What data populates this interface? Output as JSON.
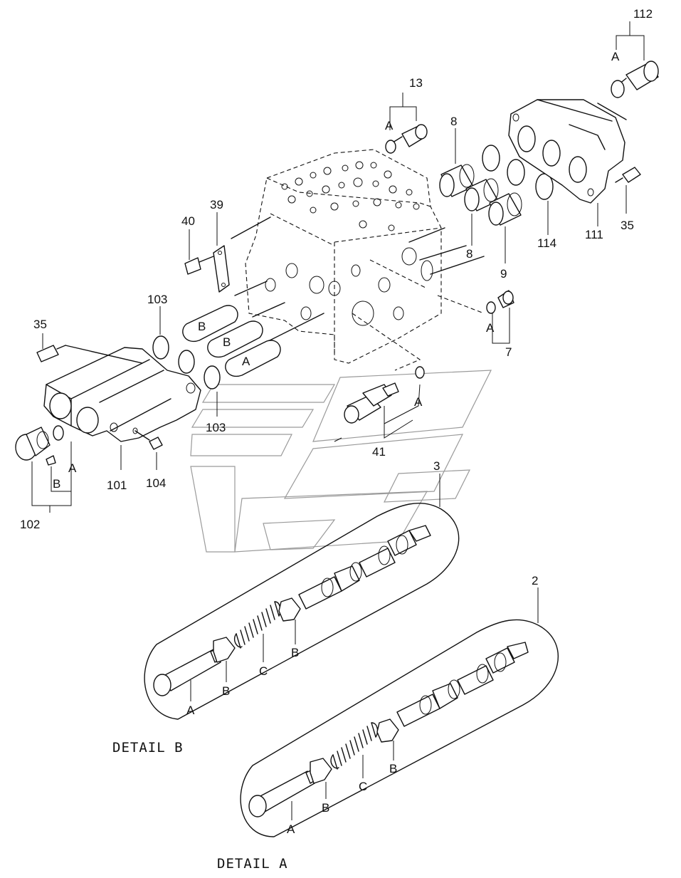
{
  "labels": {
    "p2": "2",
    "p3": "3",
    "p7": "7",
    "p8a": "8",
    "p8b": "8",
    "p9": "9",
    "p13": "13",
    "p35a": "35",
    "p35b": "35",
    "p39": "39",
    "p40": "40",
    "p41": "41",
    "p101": "101",
    "p102": "102",
    "p103a": "103",
    "p103b": "103",
    "p104": "104",
    "p111": "111",
    "p112": "112",
    "p114": "114"
  },
  "letters": {
    "A": "A",
    "B": "B",
    "C": "C"
  },
  "details": {
    "detail_a": "DETAIL  A",
    "detail_b": "DETAIL  B"
  }
}
